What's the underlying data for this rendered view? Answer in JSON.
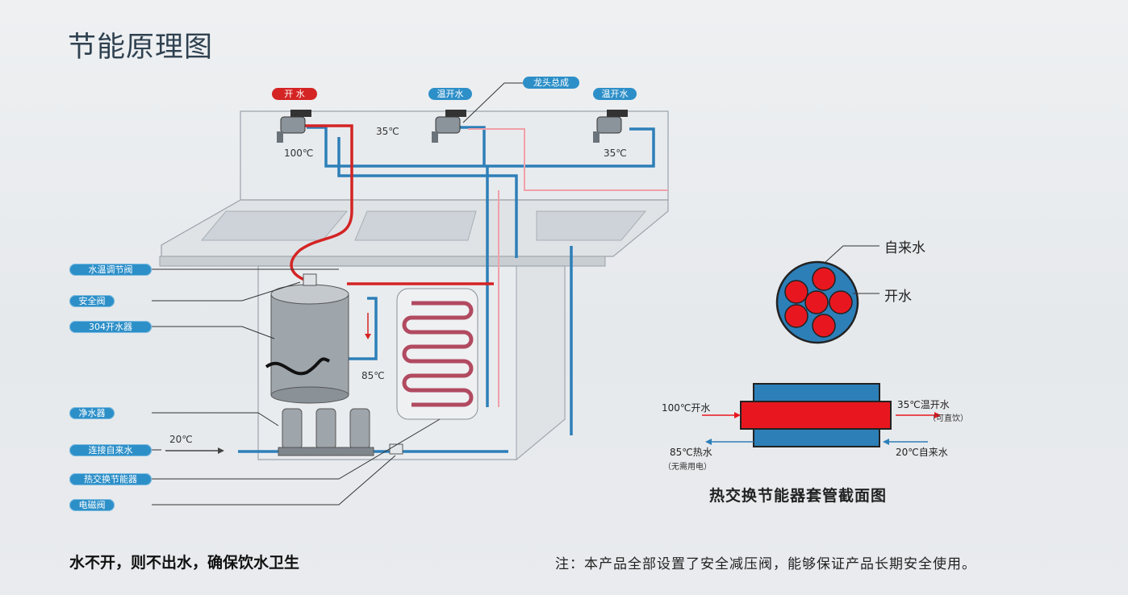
{
  "title": "节能原理图",
  "taps": {
    "boiling_label": "开 水",
    "warm1_label": "温开水",
    "warm2_label": "温开水",
    "tap_head_label": "龙头总成"
  },
  "temps": {
    "t100": "100℃",
    "t35_top": "35℃",
    "t35_right": "35℃",
    "t85": "85℃",
    "t20": "20℃"
  },
  "side_labels": {
    "water_valve": "水温调节阀",
    "safety_valve": "安全阀",
    "boiler": "304开水器",
    "filter": "净水器",
    "tap_water": "连接自来水",
    "exchanger": "热交换节能器",
    "solenoid": "电磁阀"
  },
  "cross_section": {
    "tap_water": "自来水",
    "boiling_water": "开水"
  },
  "exchanger": {
    "in_boiling": "100℃开水",
    "out_warm": "35℃温开水",
    "out_warm_note": "（可直饮）",
    "out_hot": "85℃热水",
    "out_hot_note": "（无需用电）",
    "in_cold": "20℃自来水",
    "caption": "热交换节能器套管截面图"
  },
  "footer": {
    "left": "水不开，则不出水，确保饮水卫生",
    "right": "注：本产品全部设置了安全减压阀，能够保证产品长期安全使用。"
  },
  "colors": {
    "hot_pipe": "#d42424",
    "cold_pipe": "#2d7fb8",
    "label_bg": "#2d8fc8"
  }
}
